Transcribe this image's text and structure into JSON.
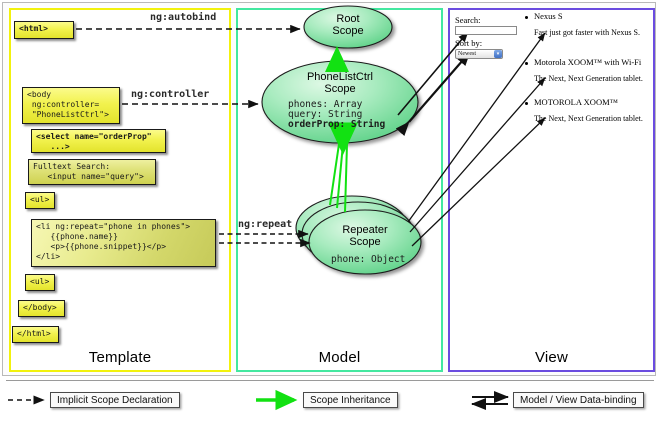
{
  "panels": {
    "template": {
      "label": "Template",
      "border_color": "#f2f20d"
    },
    "model": {
      "label": "Model",
      "border_color": "#43e8a0"
    },
    "view": {
      "label": "View",
      "border_color": "#6b4ce0"
    }
  },
  "template_code": [
    {
      "name": "html-open-box",
      "text": "<html>"
    },
    {
      "name": "body-controller-box",
      "text": "<body\n ng:controller=\n \"PhoneListCtrl\">"
    },
    {
      "name": "select-orderprop-box",
      "text": "<select name=\"orderProp\"\n   ...>"
    },
    {
      "name": "fulltext-search-box",
      "text": "Fulltext Search:\n   <input name=\"query\">"
    },
    {
      "name": "ul-open-box",
      "text": "<ul>"
    },
    {
      "name": "li-ngrepeat-box",
      "text": "<li ng:repeat=\"phone in phones\">\n   {{phone.name}}\n   <p>{{phone.snippet}}</p>\n</li>"
    },
    {
      "name": "ul-close-box",
      "text": "<ul>"
    },
    {
      "name": "body-close-box",
      "text": "</body>"
    },
    {
      "name": "html-close-box",
      "text": "</html>"
    }
  ],
  "arrow_labels": {
    "autobind": "ng:autobind",
    "controller": "ng:controller",
    "repeat": "ng:repeat"
  },
  "scopes": [
    {
      "name": "root-scope",
      "title": "Root\nScope",
      "props": ""
    },
    {
      "name": "phonelistctrl-scope",
      "title": "PhoneListCtrl\nScope",
      "props_line1": "phones: Array",
      "props_line2": "query: String",
      "props_line3": "orderProp: String"
    },
    {
      "name": "repeater-scope",
      "title": "Repeater\nScope",
      "props_line1": "phone: Object"
    }
  ],
  "view": {
    "search_label": "Search:",
    "search_value": "",
    "sort_label": "Sort by:",
    "sort_selected": "Newest",
    "phones": [
      {
        "name": "Nexus S",
        "snippet": "Fast just got faster with Nexus S."
      },
      {
        "name": "Motorola XOOM™ with Wi-Fi",
        "snippet": "The Next, Next Generation tablet."
      },
      {
        "name": "MOTOROLA XOOM™",
        "snippet": "The Next, Next Generation tablet."
      }
    ]
  },
  "legend": [
    {
      "name": "legend-implicit-scope",
      "label": "Implicit Scope Declaration",
      "arrow": "dashed-black"
    },
    {
      "name": "legend-scope-inheritance",
      "label": "Scope Inheritance",
      "arrow": "solid-green"
    },
    {
      "name": "legend-data-binding",
      "label": "Model / View Data-binding",
      "arrow": "double-black"
    }
  ],
  "colors": {
    "code_box_fill": "#f2f24e",
    "scope_fill": "#8fe6ac",
    "inheritance_arrow": "#12e112",
    "template_border": "#f2f20d",
    "model_border": "#43e8a0",
    "view_border": "#6b4ce0"
  }
}
